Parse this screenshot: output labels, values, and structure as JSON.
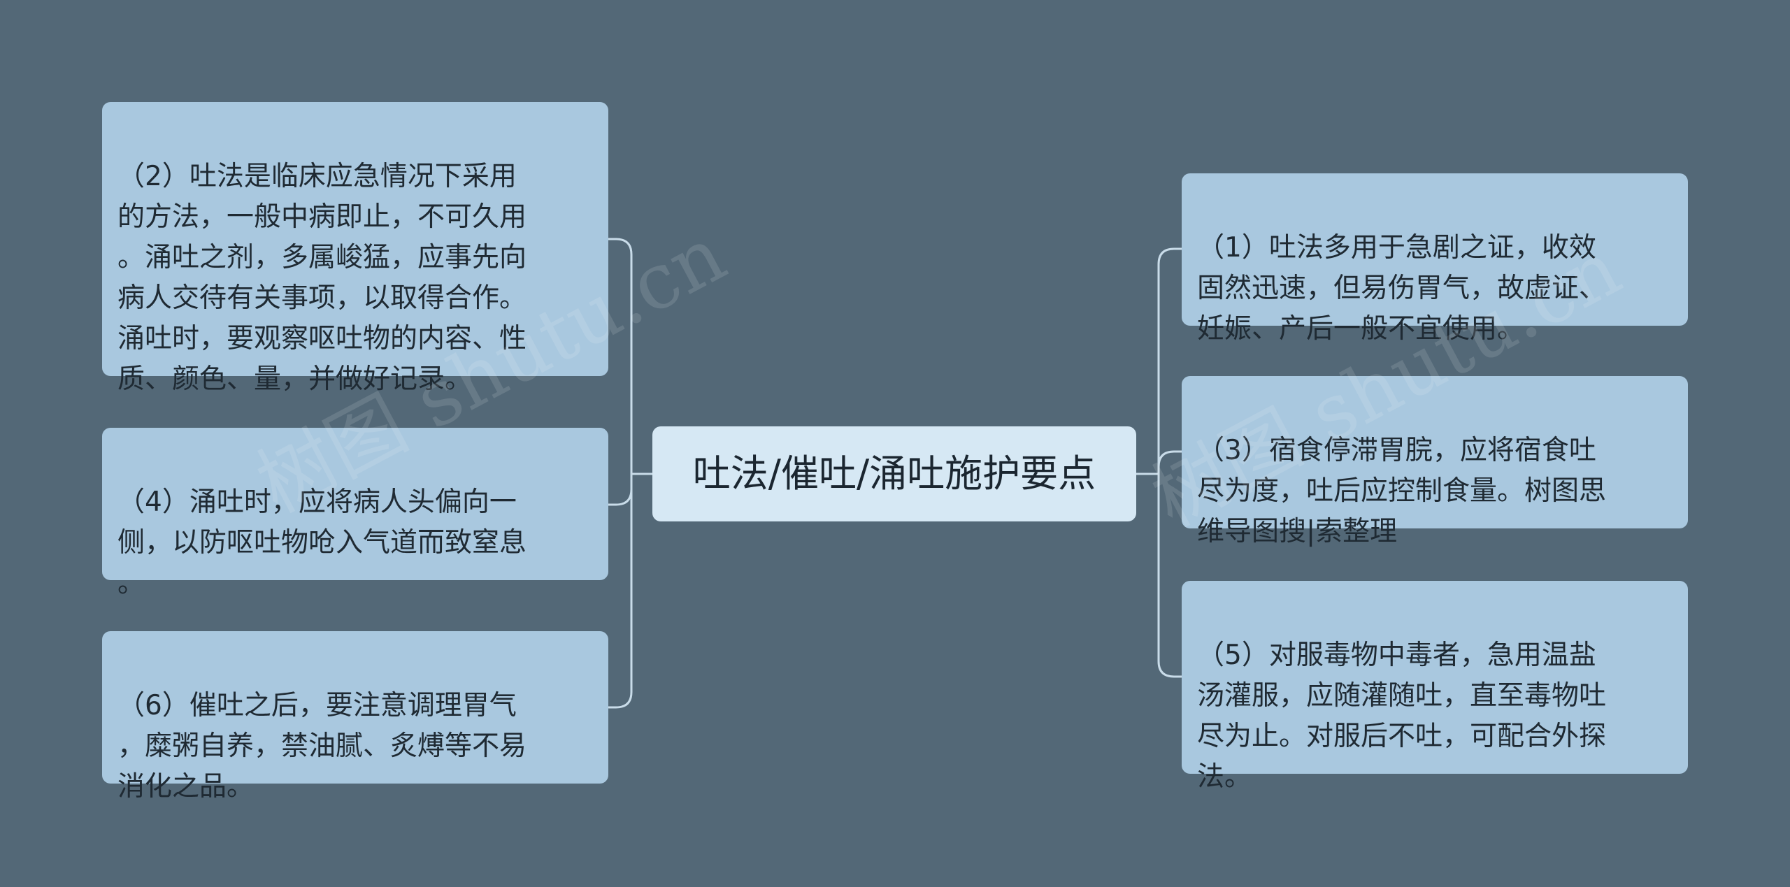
{
  "diagram": {
    "center": {
      "label": "吐法/催吐/涌吐施护要点"
    },
    "left_nodes": [
      {
        "id": "n2",
        "text": "（2）吐法是临床应急情况下采用\n的方法，一般中病即止，不可久用\n。涌吐之剂，多属峻猛，应事先向\n病人交待有关事项，以取得合作。\n涌吐时，要观察呕吐物的内容、性\n质、颜色、量，并做好记录。"
      },
      {
        "id": "n4",
        "text": "（4）涌吐时，应将病人头偏向一\n侧，以防呕吐物呛入气道而致窒息\n。"
      },
      {
        "id": "n6",
        "text": "（6）催吐之后，要注意调理胃气\n，糜粥自养，禁油腻、炙煿等不易\n消化之品。"
      }
    ],
    "right_nodes": [
      {
        "id": "n1",
        "text": "（1）吐法多用于急剧之证，收效\n固然迅速，但易伤胃气，故虚证、\n妊娠、产后一般不宜使用。"
      },
      {
        "id": "n3",
        "text": "（3）宿食停滞胃脘，应将宿食吐\n尽为度，吐后应控制食量。树图思\n维导图搜|索整理"
      },
      {
        "id": "n5",
        "text": "（5）对服毒物中毒者，急用温盐\n汤灌服，应随灌随吐，直至毒物吐\n尽为止。对服后不吐，可配合外探\n法。"
      }
    ],
    "watermarks": [
      "树图 shutu.cn",
      "树图 shutu.cn"
    ]
  },
  "colors": {
    "background": "#536877",
    "node_fill": "#a9c8df",
    "center_fill": "#d6e8f4",
    "connector": "#c9dce9"
  }
}
